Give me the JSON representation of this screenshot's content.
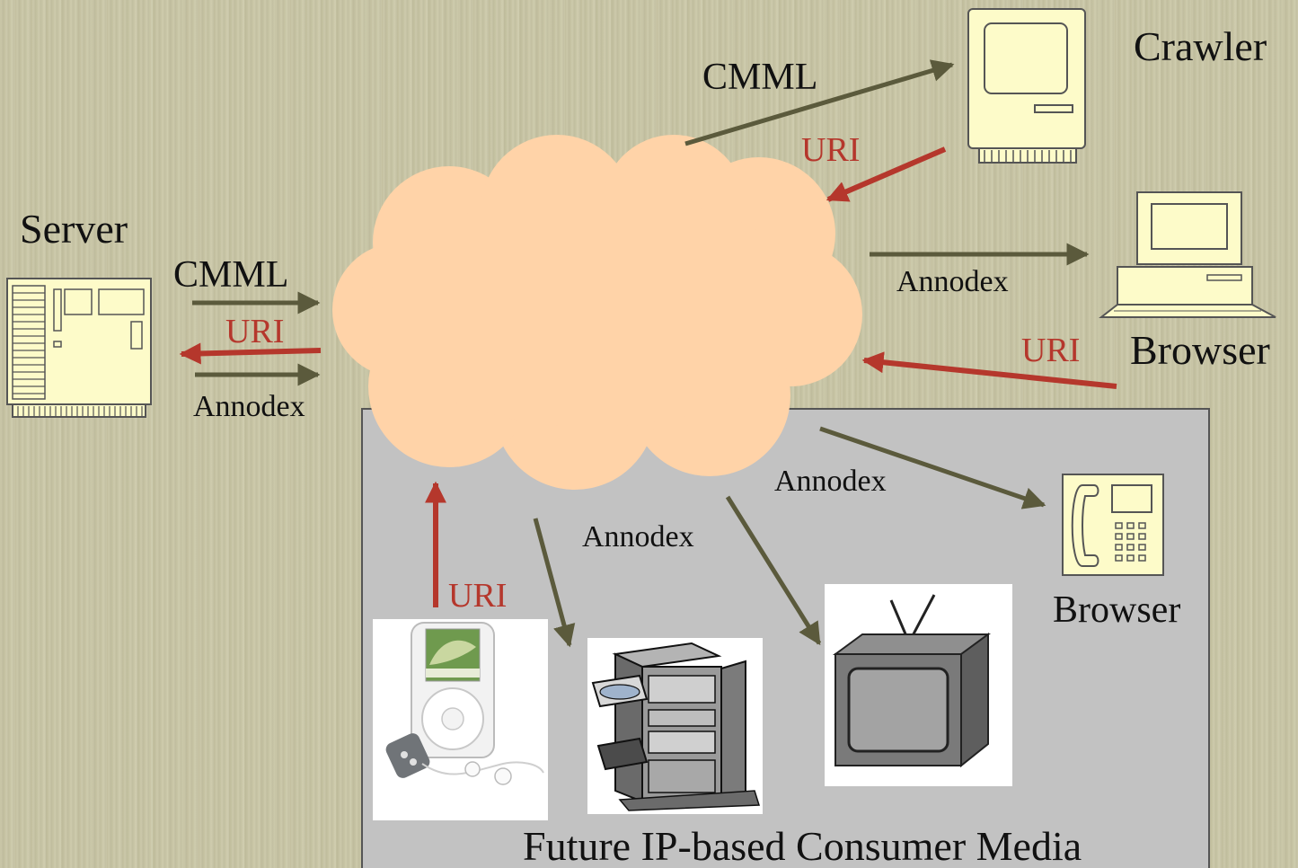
{
  "labels": {
    "crawler": "Crawler",
    "server": "Server",
    "browser_desktop": "Browser",
    "browser_phone": "Browser",
    "consumer_media": "Future IP-based Consumer Media"
  },
  "arrow_labels": {
    "cmml_crawler": "CMML",
    "uri_crawler": "URI",
    "cmml_server": "CMML",
    "uri_server": "URI",
    "annodex_server": "Annodex",
    "annodex_browser": "Annodex",
    "uri_browser": "URI",
    "annodex_phone": "Annodex",
    "annodex_stereo": "Annodex",
    "uri_ipod": "URI"
  },
  "colors": {
    "arrow_olive": "#5b5a3c",
    "arrow_red": "#b5372c",
    "cloud": "#ffd3a8",
    "panel": "#c2c2c2",
    "device_fill": "#fdfbc9"
  }
}
